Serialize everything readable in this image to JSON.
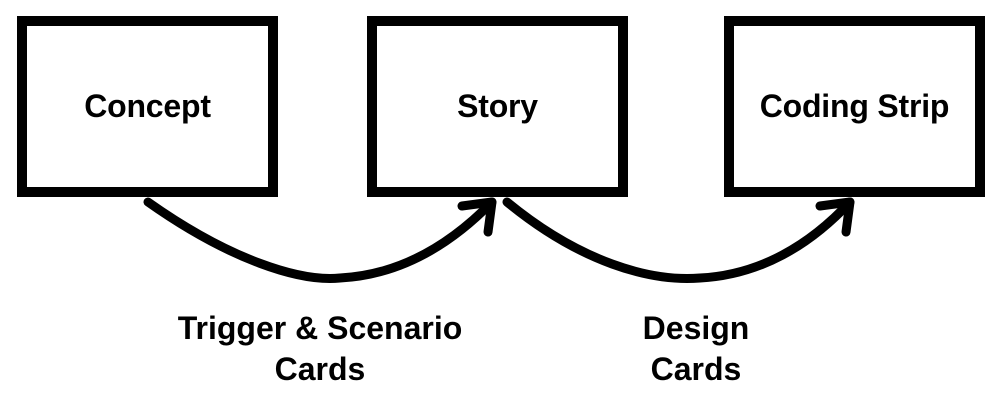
{
  "diagram": {
    "nodes": [
      {
        "id": "concept",
        "label": "Concept"
      },
      {
        "id": "story",
        "label": "Story"
      },
      {
        "id": "coding-strip",
        "label": "Coding Strip"
      }
    ],
    "edges": [
      {
        "from": "concept",
        "to": "story",
        "label_lines": [
          "Trigger & Scenario",
          "Cards"
        ]
      },
      {
        "from": "story",
        "to": "coding-strip",
        "label_lines": [
          "Design",
          "Cards"
        ]
      }
    ],
    "colors": {
      "stroke": "#000000",
      "background": "#ffffff"
    }
  }
}
